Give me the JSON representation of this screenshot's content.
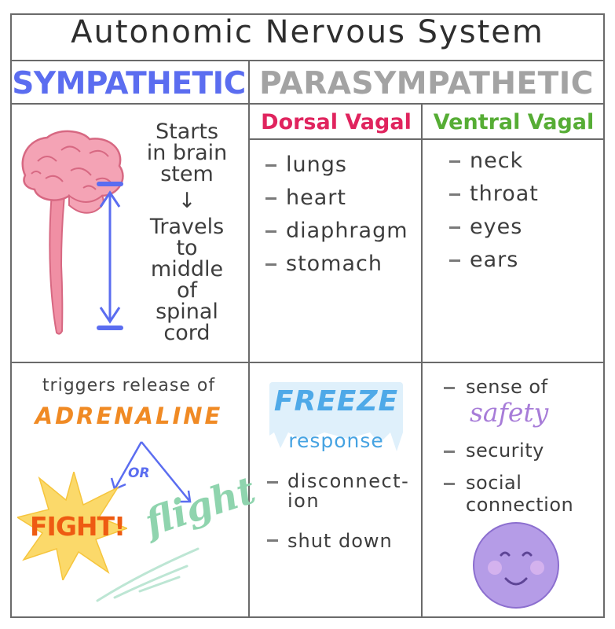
{
  "title": "Autonomic Nervous System",
  "headers": {
    "sympathetic": "SYMPATHETIC",
    "parasympathetic": "PARASYMPATHETIC",
    "dorsal": "Dorsal Vagal",
    "ventral": "Ventral Vagal"
  },
  "sympathetic": {
    "path_lines": [
      "Starts",
      "in brain",
      "stem",
      "↓",
      "Travels",
      "to",
      "middle",
      "of",
      "spinal",
      "cord"
    ],
    "triggers": "triggers release of",
    "adrenaline": "ADRENALINE",
    "or": "OR",
    "fight": "FIGHT!",
    "flight": "flight"
  },
  "dorsal": {
    "organs": [
      "lungs",
      "heart",
      "diaphragm",
      "stomach"
    ],
    "freeze": "FREEZE",
    "response": "response",
    "effects": [
      "disconnect-\nion",
      "shut down"
    ]
  },
  "ventral": {
    "organs": [
      "neck",
      "throat",
      "eyes",
      "ears"
    ],
    "sense_of": "sense of",
    "safety": "safety",
    "security": "security",
    "social_line1": "social",
    "social_line2": "connection"
  },
  "colors": {
    "sympathetic": "#5b6df0",
    "parasympathetic": "#a3a3a3",
    "dorsal": "#e0245e",
    "ventral": "#56ad35",
    "adrenaline": "#f08a24",
    "freeze": "#4ea9e8",
    "safety": "#a77cd8",
    "brain": "#f08fa4"
  },
  "icons": [
    "brain-illustration",
    "double-headed-arrow",
    "starburst-icon",
    "ice-icon",
    "smiley-face-icon"
  ]
}
